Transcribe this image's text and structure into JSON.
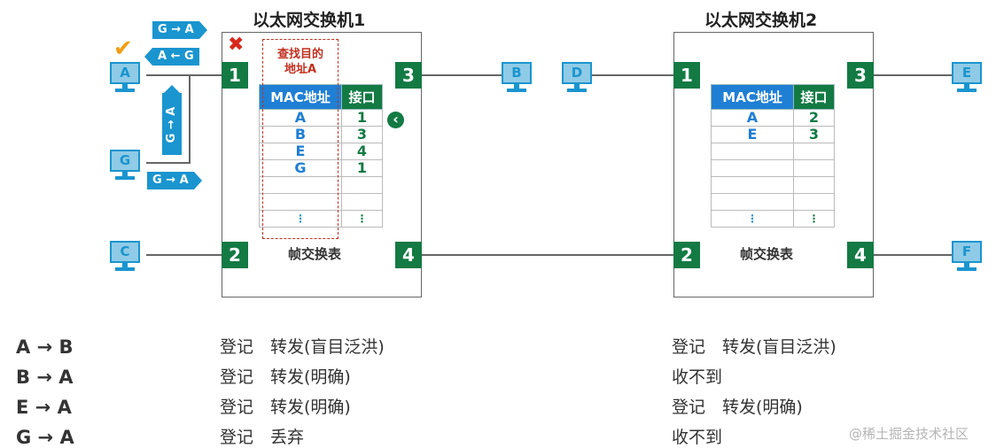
{
  "switch1": {
    "title": "以太网交换机1",
    "ports": [
      "1",
      "2",
      "3",
      "4"
    ],
    "table": {
      "headers": [
        "MAC地址",
        "接口"
      ],
      "rows": [
        [
          "A",
          "1"
        ],
        [
          "B",
          "3"
        ],
        [
          "E",
          "4"
        ],
        [
          "G",
          "1"
        ]
      ],
      "dots": "⋮",
      "label": "帧交换表"
    },
    "lookup_label_line1": "查找目的",
    "lookup_label_line2": "地址A"
  },
  "switch2": {
    "title": "以太网交换机2",
    "ports": [
      "1",
      "2",
      "3",
      "4"
    ],
    "table": {
      "headers": [
        "MAC地址",
        "接口"
      ],
      "rows": [
        [
          "A",
          "2"
        ],
        [
          "E",
          "3"
        ]
      ],
      "dots": "⋮",
      "label": "帧交换表"
    }
  },
  "hosts": {
    "A": "A",
    "B": "B",
    "C": "C",
    "D": "D",
    "E": "E",
    "F": "F",
    "G": "G"
  },
  "frames": {
    "g_to_a_top": "G → A",
    "a_to_g": "A ← G",
    "g_to_a_vertical": "G → A",
    "g_to_a_bottom": "G → A"
  },
  "markers": {
    "check": "✔",
    "cross": "✖",
    "pointer": "‹"
  },
  "scenarios": [
    {
      "label": "A → B",
      "switch1": "登记　转发(盲目泛洪)",
      "switch2": "登记　转发(盲目泛洪)"
    },
    {
      "label": "B → A",
      "switch1": "登记　转发(明确)",
      "switch2": "收不到"
    },
    {
      "label": "E → A",
      "switch1": "登记　转发(明确)",
      "switch2": "登记　转发(明确)"
    },
    {
      "label": "G → A",
      "switch1": "登记　丢弃",
      "switch2": "收不到"
    }
  ],
  "watermark": "@稀土掘金技术社区",
  "colors": {
    "port_green": "#137a44",
    "host_blue": "#1a95cf",
    "mac_blue": "#1f7fd4",
    "lookup_red": "#c03020",
    "check_orange": "#f39c12"
  }
}
